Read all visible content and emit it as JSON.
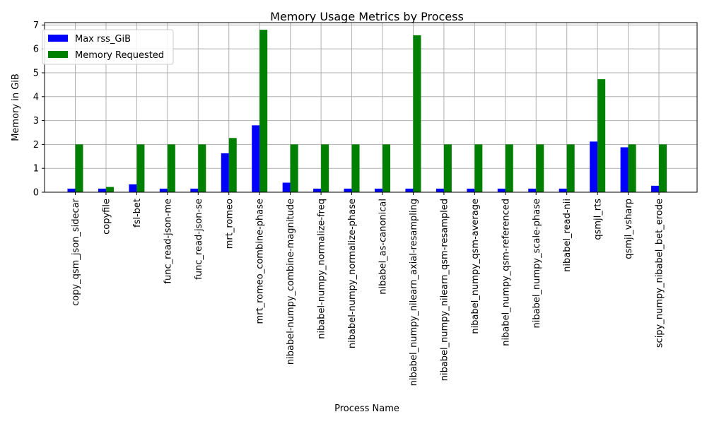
{
  "chart_data": {
    "type": "bar",
    "title": "Memory Usage Metrics by Process",
    "xlabel": "Process Name",
    "ylabel": "Memory in GiB",
    "ylim": [
      0,
      7.1
    ],
    "yticks": [
      0,
      1,
      2,
      3,
      4,
      5,
      6,
      7
    ],
    "grid": true,
    "legend_position": "top-left",
    "categories": [
      "copy_qsm_json_sidecar",
      "copyfile",
      "fsl-bet",
      "func_read-json-me",
      "func_read-json-se",
      "mrt_romeo",
      "mrt_romeo_combine-phase",
      "nibabel-numpy_combine-magnitude",
      "nibabel-numpy_normalize-freq",
      "nibabel-numpy_normalize-phase",
      "nibabel_as-canonical",
      "nibabel_numpy_nilearn_axial-resampling",
      "nibabel_numpy_nilearn_qsm-resampled",
      "nibabel_numpy_qsm-average",
      "nibabel_numpy_qsm-referenced",
      "nibabel_numpy_scale-phase",
      "nibabel_read-nii",
      "qsmjl_rts",
      "qsmjl_vsharp",
      "scipy_numpy_nibabel_bet_erode"
    ],
    "series": [
      {
        "name": "Max rss_GiB",
        "color": "#0000ff",
        "values": [
          0.15,
          0.15,
          0.33,
          0.15,
          0.15,
          1.63,
          2.8,
          0.4,
          0.15,
          0.15,
          0.15,
          0.15,
          0.15,
          0.15,
          0.15,
          0.15,
          0.15,
          2.12,
          1.88,
          0.27
        ]
      },
      {
        "name": "Memory Requested",
        "color": "#008000",
        "values": [
          2.0,
          0.22,
          2.0,
          2.0,
          2.0,
          2.27,
          6.8,
          2.0,
          2.0,
          2.0,
          2.0,
          6.57,
          2.0,
          2.0,
          2.0,
          2.0,
          2.0,
          4.73,
          2.0,
          2.0
        ]
      }
    ]
  }
}
